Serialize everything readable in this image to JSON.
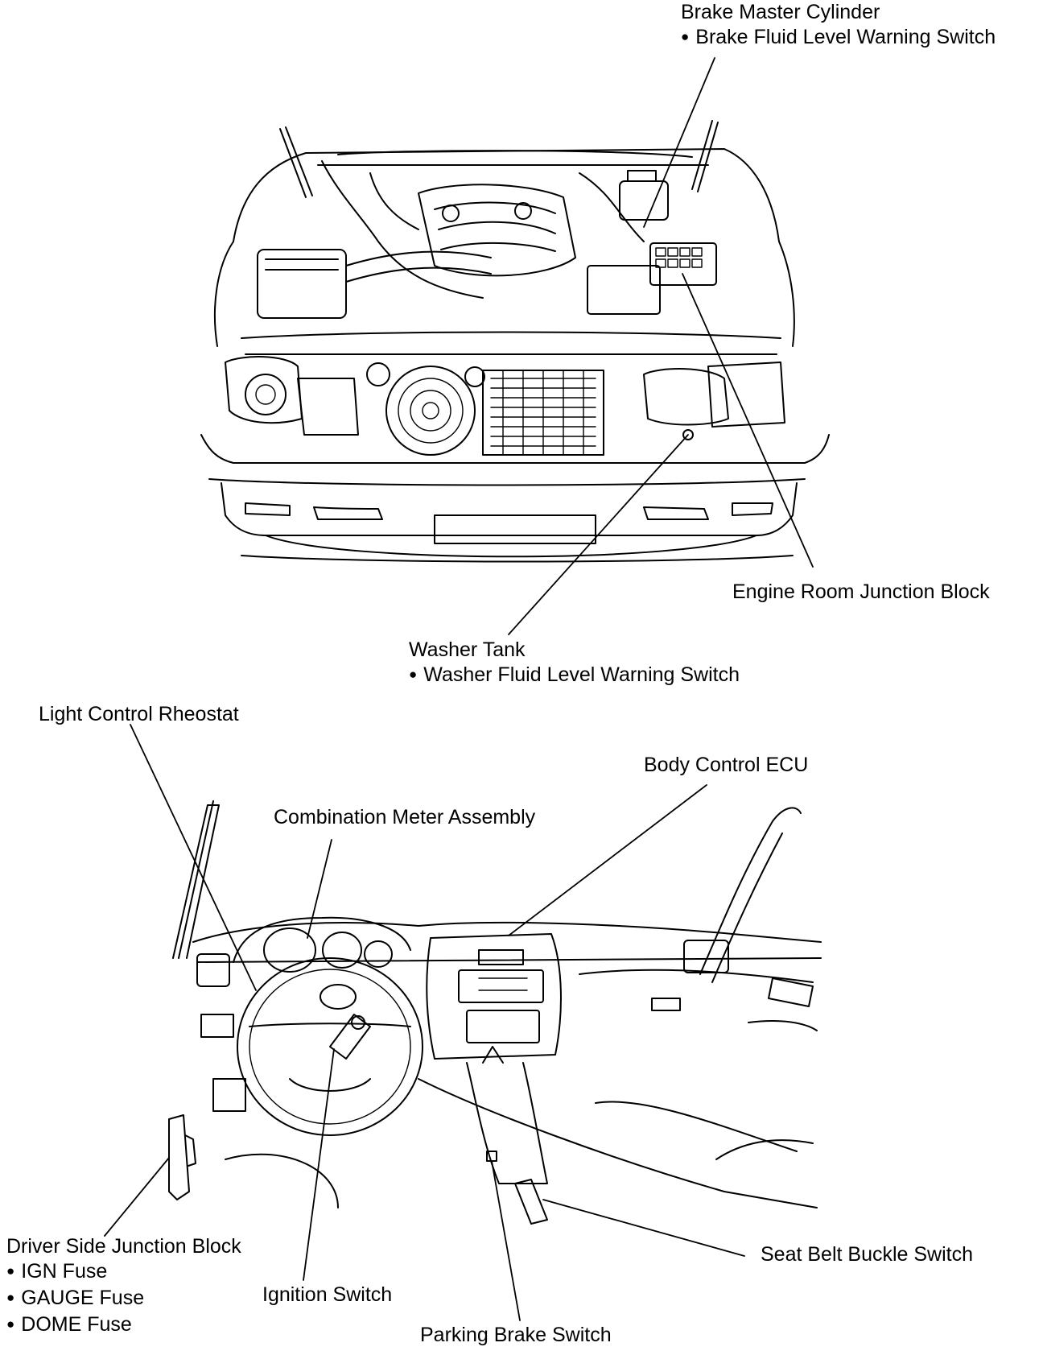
{
  "engine_bay": {
    "brake_master_cylinder": {
      "title": "Brake Master Cylinder",
      "items": [
        "Brake Fluid Level Warning Switch"
      ]
    },
    "engine_room_junction_block": {
      "title": "Engine Room Junction Block"
    },
    "washer_tank": {
      "title": "Washer Tank",
      "items": [
        "Washer Fluid Level Warning Switch"
      ]
    }
  },
  "cabin": {
    "light_control_rheostat": {
      "title": "Light Control Rheostat"
    },
    "body_control_ecu": {
      "title": "Body Control ECU"
    },
    "combination_meter": {
      "title": "Combination Meter Assembly"
    },
    "driver_side_junction_block": {
      "title": "Driver Side Junction Block",
      "items": [
        "IGN Fuse",
        "GAUGE Fuse",
        "DOME Fuse"
      ]
    },
    "ignition_switch": {
      "title": "Ignition Switch"
    },
    "parking_brake_switch": {
      "title": "Parking Brake Switch"
    },
    "seat_belt_buckle_switch": {
      "title": "Seat Belt Buckle Switch"
    }
  }
}
